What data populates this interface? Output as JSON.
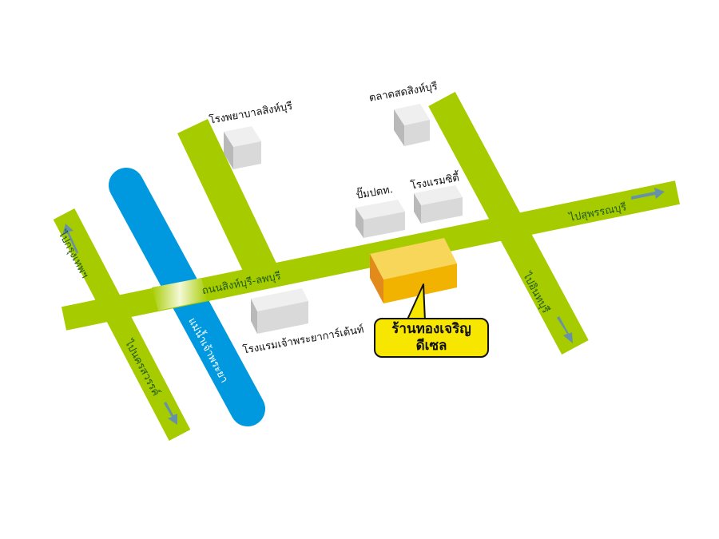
{
  "colors": {
    "road": "#a6cc00",
    "river": "#0099e0",
    "building": "#d9d9d9",
    "target_building": "#f2b300",
    "callout": "#f7e600",
    "arrow": "#5b86c5"
  },
  "roads": {
    "main": "ถนนสิงห์บุรี-ลพบุรี",
    "to_bangkok": "ไปกรุงเทพฯ",
    "to_nakhon_sawan": "ไปนครสวรรค์",
    "to_suphanburi": "ไปสุพรรณบุรี",
    "to_inburi": "ไปอินทบุรี"
  },
  "river": "แม่น้ำเจ้าพระยา",
  "landmarks": {
    "hospital": "โรงพยาบาลสิงห์บุรี",
    "market": "ตลาดสดสิงห์บุรี",
    "ptt": "ปั๊มปตท.",
    "city_hotel": "โรงแรมซิตี้",
    "garden_hotel": "โรงแรมเจ้าพระยาการ์เด้นท์"
  },
  "target": {
    "line1": "ร้านทองเจริญ",
    "line2": "ดีเซล"
  }
}
